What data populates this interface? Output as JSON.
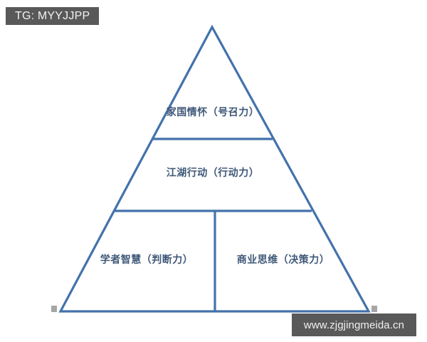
{
  "badge": {
    "label": "TG: MYYJJPP"
  },
  "watermark": {
    "label": "www.zjgjingmeida.cn"
  },
  "diagram": {
    "type": "pyramid",
    "title": "",
    "line_color": "#4372ab",
    "text_color": "#3f5878",
    "background": "#ffffff",
    "tiers": [
      {
        "level": 1,
        "position": "apex",
        "label": "家国情怀（号召力）"
      },
      {
        "level": 2,
        "position": "middle",
        "label": "江湖行动（行动力）"
      },
      {
        "level": 3,
        "position": "base-left",
        "label": "学者智慧（判断力）"
      },
      {
        "level": 3,
        "position": "base-right",
        "label": "商业思维（决策力）"
      }
    ]
  }
}
